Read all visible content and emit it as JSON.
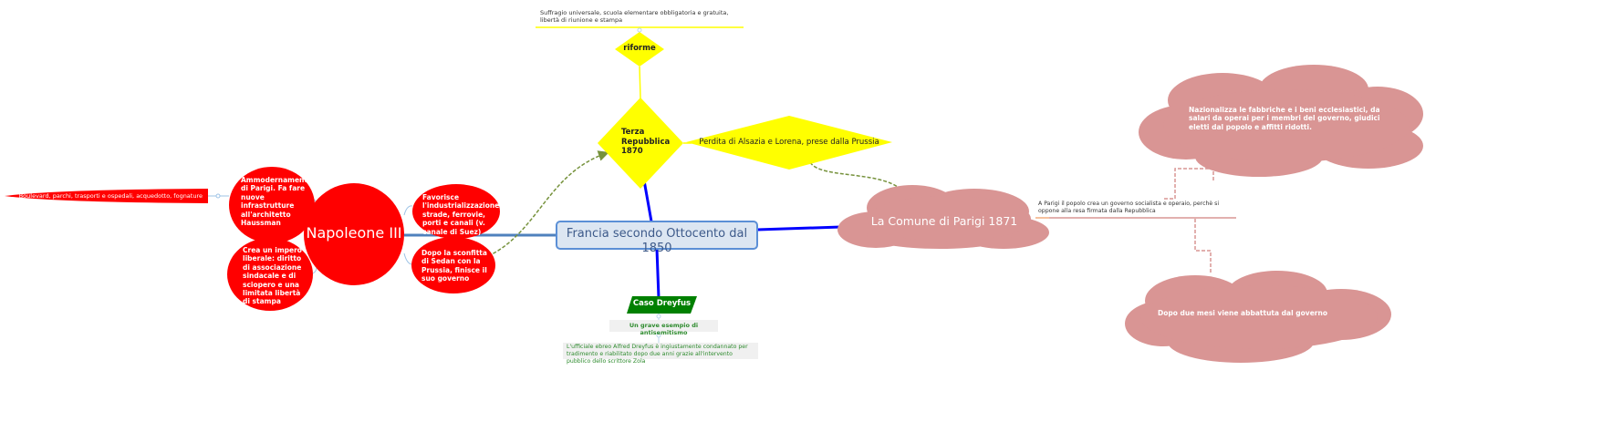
{
  "central": {
    "label": "Francia secondo Ottocento dal 1850"
  },
  "napoleone": {
    "label": "Napoleone III",
    "children": [
      {
        "label": "Ammodernamento di Parigi. Fa fare nuove infrastrutture all'architetto Haussman",
        "detail": "Boulevard, parchi, trasporti e ospedali, acquedotto, fognature"
      },
      {
        "label": "Crea un impero liberale: diritto di associazione sindacale e di sciopero e una limitata libertà di stampa"
      },
      {
        "label": "Favorisce l'industrializzazione: strade, ferrovie, porti e canali (v. canale di Suez)"
      },
      {
        "label": "Dopo la sconfitta di Sedan con  la Prussia, finisce il suo governo"
      }
    ]
  },
  "terza_repubblica": {
    "label": "Terza Repubblica 1870",
    "riforme": {
      "label": "riforme",
      "detail": "Suffragio universale, scuola elementare obbligatoria e gratuita, libertà di riunione e stampa"
    },
    "perdita": {
      "label": "Perdita di Alsazia e Lorena, prese dalla Prussia"
    }
  },
  "comune": {
    "label": "La Comune di Parigi 1871",
    "detail": "A Parigi il popolo crea un governo socialista e operaio, perchè si oppone alla resa firmata dalla Repubblica",
    "cloud_top": "Nazionalizza le fabbriche e i beni ecclesiastici, da salari da operai per i membri del governo, giudici eletti dal popolo e affitti ridotti.",
    "cloud_bottom": "Dopo due mesi viene abbattuta dal governo"
  },
  "dreyfus": {
    "label": "Caso Dreyfus",
    "sub": "Un grave esempio di antisemitismo",
    "detail": "L'ufficiale ebreo Alfred Dreyfus è ingiustamente condannato per tradimento e riabilitato dopo due anni grazie all'intervento pubblico dello scrittore Zola"
  },
  "colors": {
    "red": "#ff0000",
    "yellow": "#ffff00",
    "cloud": "#d99594",
    "green": "#008000",
    "blue_line": "#0000ff",
    "central_fill": "#dce6f2",
    "central_border": "#5b8fd6"
  }
}
